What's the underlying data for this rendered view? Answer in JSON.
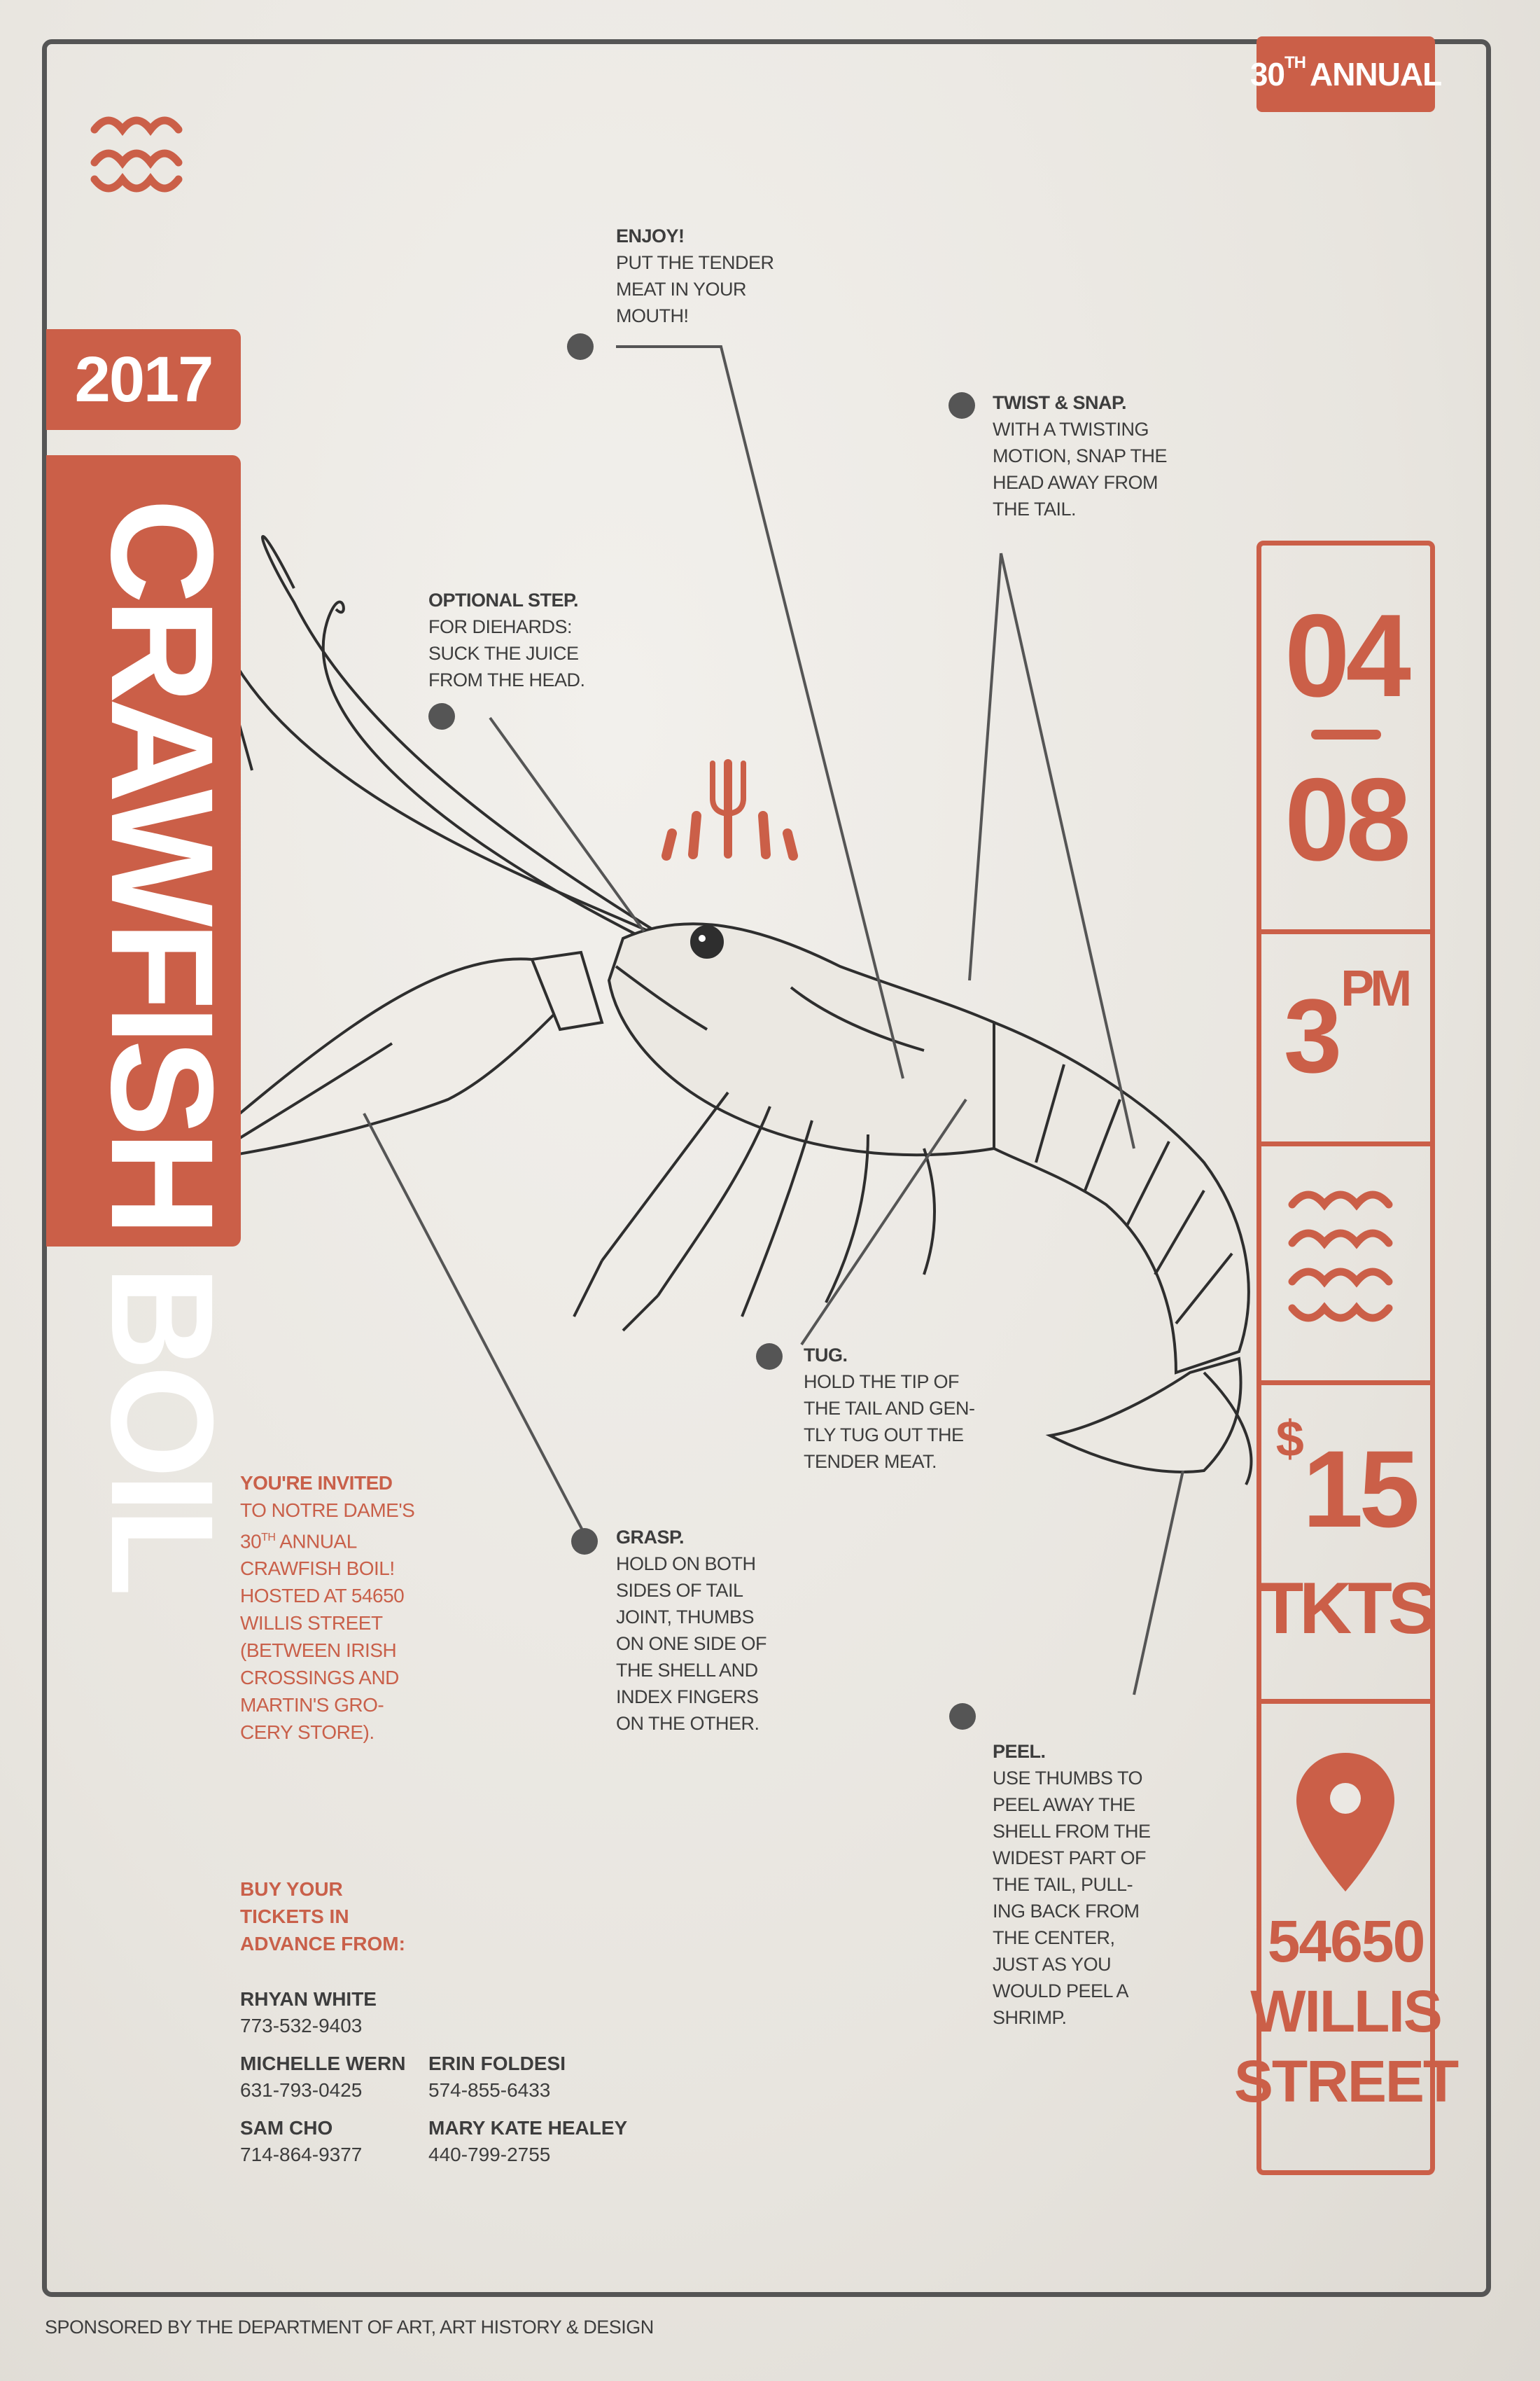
{
  "badge": {
    "annual_prefix": "30",
    "annual_suffix": "TH",
    "annual_word": "ANNUAL"
  },
  "year": "2017",
  "title": "CRAWFISH BOIL",
  "date": {
    "month": "04",
    "day": "08"
  },
  "time": {
    "hour": "3",
    "period": "PM"
  },
  "price": {
    "symbol": "$",
    "amount": "15",
    "label": "TKTS"
  },
  "address": {
    "line1": "54650",
    "line2": "WILLIS",
    "line3": "STREET"
  },
  "steps": [
    {
      "id": "enjoy",
      "title": "ENJOY!",
      "lines": [
        "PUT THE TENDER",
        "MEAT IN YOUR",
        "MOUTH!"
      ]
    },
    {
      "id": "twist",
      "title": "TWIST & SNAP.",
      "lines": [
        "WITH A TWISTING",
        "MOTION, SNAP THE",
        "HEAD AWAY FROM",
        "THE TAIL."
      ]
    },
    {
      "id": "optional",
      "title": "OPTIONAL STEP.",
      "lines": [
        "FOR DIEHARDS:",
        "SUCK THE JUICE",
        "FROM THE HEAD."
      ]
    },
    {
      "id": "tug",
      "title": "TUG.",
      "lines": [
        "HOLD THE TIP OF",
        "THE TAIL AND GEN-",
        "TLY TUG OUT THE",
        "TENDER MEAT."
      ]
    },
    {
      "id": "grasp",
      "title": "GRASP.",
      "lines": [
        "HOLD ON BOTH",
        "SIDES OF TAIL",
        "JOINT, THUMBS",
        "ON ONE SIDE OF",
        "THE SHELL AND",
        "INDEX FINGERS",
        "ON THE OTHER."
      ]
    },
    {
      "id": "peel",
      "title": "PEEL.",
      "lines": [
        "USE THUMBS TO",
        "PEEL AWAY THE",
        "SHELL FROM THE",
        "WIDEST PART OF",
        "THE TAIL, PULL-",
        "ING BACK FROM",
        "THE CENTER,",
        "JUST AS YOU",
        "WOULD PEEL A",
        "SHRIMP."
      ]
    }
  ],
  "invite": {
    "lead": "YOU'RE INVITED",
    "lines": [
      "TO NOTRE DAME'S",
      "30",
      "TH",
      " ANNUAL",
      "CRAWFISH BOIL!",
      "HOSTED AT 54650",
      "WILLIS STREET",
      "(BETWEEN IRISH",
      "CROSSINGS AND",
      "MARTIN'S GRO-",
      "CERY STORE)."
    ]
  },
  "buy": {
    "lines": [
      "BUY YOUR",
      "TICKETS IN",
      "ADVANCE FROM:"
    ]
  },
  "contacts": [
    {
      "name": "RHYAN WHITE",
      "phone": "773-532-9403"
    },
    {
      "name": "MICHELLE WERN",
      "phone": "631-793-0425"
    },
    {
      "name": "ERIN FOLDESI",
      "phone": "574-855-6433"
    },
    {
      "name": "SAM CHO",
      "phone": "714-864-9377"
    },
    {
      "name": "MARY KATE HEALEY",
      "phone": "440-799-2755"
    }
  ],
  "sponsor": "SPONSORED BY THE DEPARTMENT OF ART, ART HISTORY & DESIGN",
  "colors": {
    "accent": "#cb5f48",
    "ink": "#3d3d3d",
    "paper": "#ebe8e3"
  },
  "icons": [
    "wave-icon",
    "fork-icon",
    "location-pin-icon",
    "crawfish-illustration"
  ]
}
